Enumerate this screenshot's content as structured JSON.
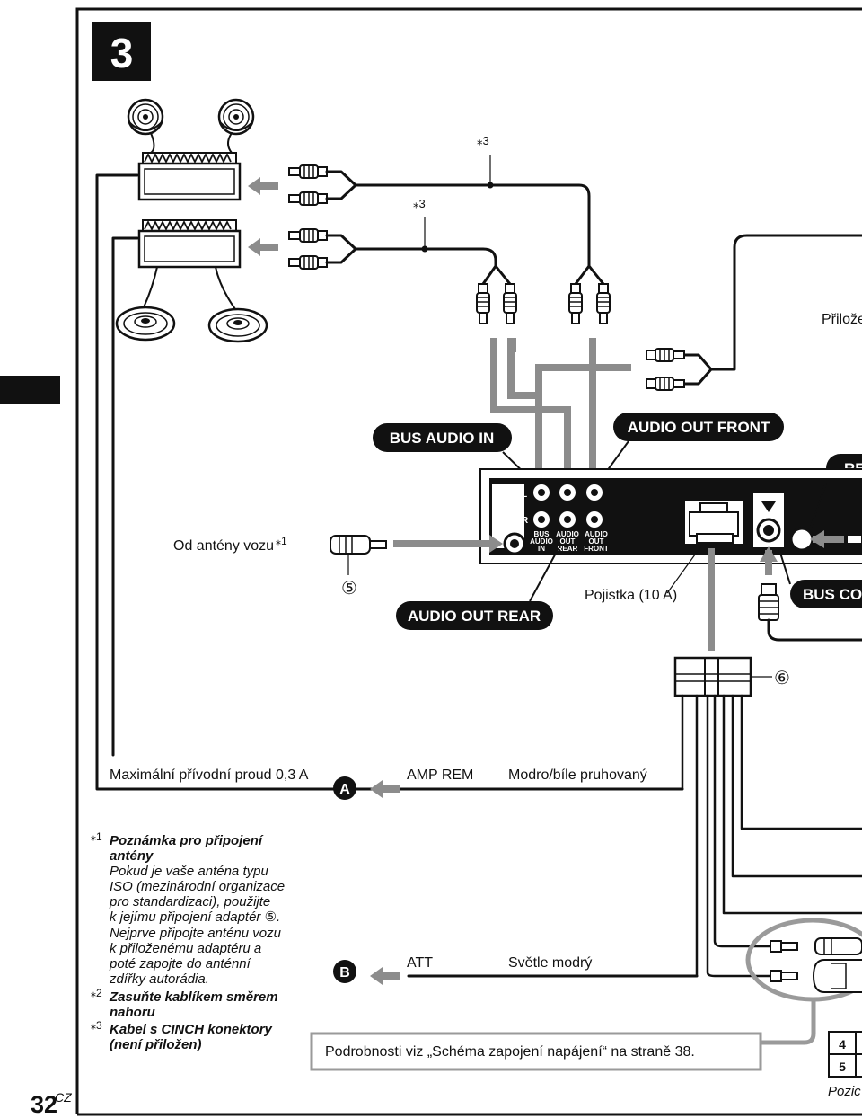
{
  "section_number": "3",
  "page_number": "32",
  "page_lang": "CZ",
  "labels": {
    "bus_audio_in": "BUS AUDIO IN",
    "audio_out_front": "AUDIO OUT FRONT",
    "audio_out_rear": "AUDIO OUT REAR",
    "rem_cut": "RE",
    "bus_control_cut": "BUS CO",
    "antenna_from_car": "Od antény vozu",
    "antenna_note_ref": "⁎1",
    "cinch_ref_1": "⁎3",
    "cinch_ref_2": "⁎3",
    "supplied_cut": "Přilože",
    "fuse": "Pojistka (10 A)",
    "part_5": "⑤",
    "part_6": "⑥",
    "max_current": "Maximální přívodní proud 0,3 A",
    "amp_rem": "AMP REM",
    "amp_rem_color": "Modro/bíle pruhovaný",
    "att": "ATT",
    "att_color": "Světle modrý",
    "letter_a": "A",
    "letter_b": "B",
    "details_box": "Podrobnosti viz „Schéma zapojení napájení“ na straně 38.",
    "table_row_4": "4",
    "table_row_5": "5",
    "position_cut": "Pozic",
    "unit_jack_l": "L",
    "unit_jack_r": "R",
    "unit_bus_1": "BUS",
    "unit_bus_2": "AUDIO",
    "unit_bus_3": "IN",
    "unit_rear_1": "AUDIO",
    "unit_rear_2": "OUT",
    "unit_rear_3": "REAR",
    "unit_front_1": "AUDIO",
    "unit_front_2": "OUT",
    "unit_front_3": "FRONT"
  },
  "notes": {
    "n1_mark": "⁎1",
    "n1_title_1": "Poznámka pro připojení",
    "n1_title_2": "antény",
    "n1_body_1": "Pokud je vaše anténa typu",
    "n1_body_2": "ISO (mezinárodní organizace",
    "n1_body_3": "pro standardizaci), použijte",
    "n1_body_4": "k jejímu připojení adaptér ⑤.",
    "n1_body_5": "Nejprve připojte anténu vozu",
    "n1_body_6": "k přiloženému adaptéru a",
    "n1_body_7": "poté zapojte do anténní",
    "n1_body_8": "zdířky autorádia.",
    "n2_mark": "⁎2",
    "n2_text_1": "Zasuňte kablíkem směrem",
    "n2_text_2": "nahoru",
    "n3_mark": "⁎3",
    "n3_text_1": "Kabel s CINCH konektory",
    "n3_text_2": "(není přiložen)"
  }
}
